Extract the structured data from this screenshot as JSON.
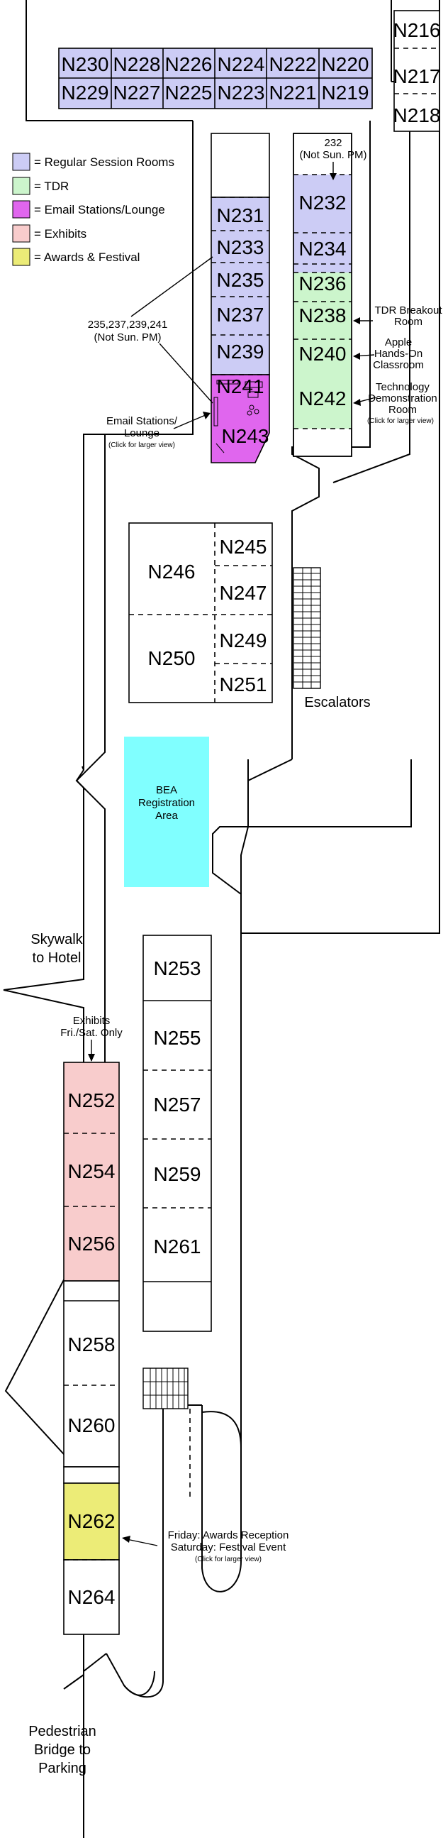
{
  "legend": {
    "items": [
      {
        "label": "= Regular Session Rooms",
        "color": "#ccccf5"
      },
      {
        "label": "= TDR",
        "color": "#ccf5cc"
      },
      {
        "label": "= Email Stations/Lounge",
        "color": "#e066ee"
      },
      {
        "label": "= Exhibits",
        "color": "#f8cccc"
      },
      {
        "label": "= Awards & Festival",
        "color": "#ecec77"
      }
    ]
  },
  "colors": {
    "session": "#ccccf5",
    "tdr": "#ccf5cc",
    "lounge": "#e066ee",
    "exhibits": "#f8cccc",
    "awards": "#ecec77",
    "registration": "#80ffff"
  },
  "rooms": {
    "n216": "N216",
    "n217": "N217",
    "n218": "N218",
    "n219": "N219",
    "n220": "N220",
    "n221": "N221",
    "n222": "N222",
    "n223": "N223",
    "n224": "N224",
    "n225": "N225",
    "n226": "N226",
    "n227": "N227",
    "n228": "N228",
    "n229": "N229",
    "n230": "N230",
    "n231": "N231",
    "n232": "N232",
    "n233": "N233",
    "n234": "N234",
    "n235": "N235",
    "n236": "N236",
    "n237": "N237",
    "n238": "N238",
    "n239": "N239",
    "n240": "N240",
    "n241": "N241",
    "n242": "N242",
    "n243": "N243",
    "n245": "N245",
    "n246": "N246",
    "n247": "N247",
    "n249": "N249",
    "n250": "N250",
    "n251": "N251",
    "n252": "N252",
    "n253": "N253",
    "n254": "N254",
    "n255": "N255",
    "n256": "N256",
    "n257": "N257",
    "n258": "N258",
    "n259": "N259",
    "n260": "N260",
    "n261": "N261",
    "n262": "N262",
    "n264": "N264"
  },
  "annotations": {
    "note232": {
      "line1": "232",
      "line2": "(Not Sun. PM)"
    },
    "note235": {
      "line1": "235,237,239,241",
      "line2": "(Not Sun. PM)"
    },
    "email": {
      "line1": "Email Stations/",
      "line2": "Lounge",
      "line3": "(Click for larger view)"
    },
    "tdr_breakout": {
      "line1": "TDR Breakout",
      "line2": "Room"
    },
    "apple": {
      "line1": "Apple",
      "line2": "Hands-On",
      "line3": "Classroom"
    },
    "techdemo": {
      "line1": "Technology",
      "line2": "Demonstration",
      "line3": "Room",
      "line4": "(Click for larger view)"
    },
    "escalators": "Escalators",
    "registration": {
      "line1": "BEA",
      "line2": "Registration",
      "line3": "Area"
    },
    "skywalk": {
      "line1": "Skywalk",
      "line2": "to Hotel"
    },
    "exhibits_note": {
      "line1": "Exhibits",
      "line2": "Fri./Sat. Only"
    },
    "awards": {
      "line1": "Friday: Awards Reception",
      "line2": "Saturday: Festival Event",
      "line3": "(Click for larger view)"
    },
    "pedestrian": {
      "line1": "Pedestrian",
      "line2": "Bridge to",
      "line3": "Parking"
    }
  }
}
